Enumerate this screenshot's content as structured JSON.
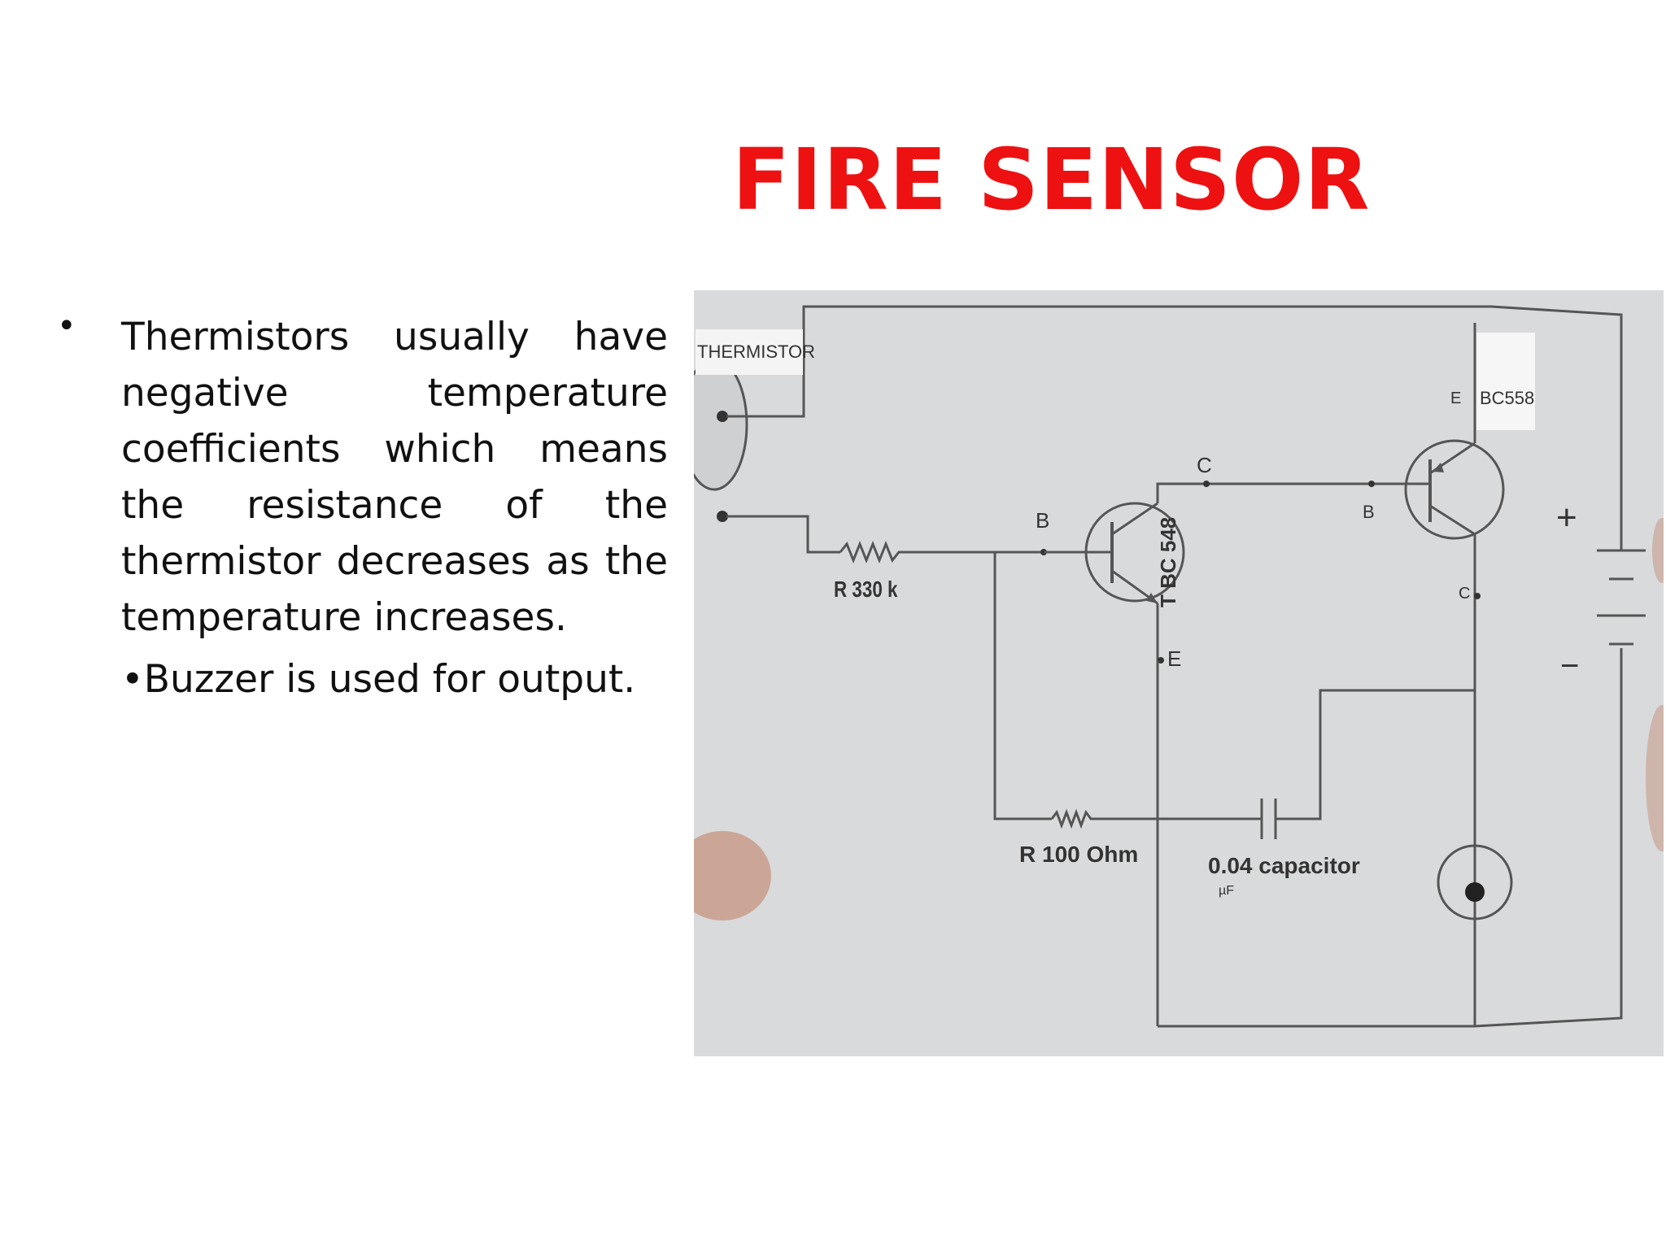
{
  "slide": {
    "title": "FIRE SENSOR",
    "bullet_1": "Thermistors usually have negative temperature coefficients which means the resistance of the thermistor decreases as the temperature increases.",
    "bullet_2": "•Buzzer is used for output."
  },
  "diagram": {
    "labels": {
      "thermistor": "THERMISTOR",
      "bc558": "BC558",
      "r330": "R 330 k",
      "tbc548": "T BC 548",
      "r100": "R 100 Ohm",
      "capacitor": "0.04 capacitor",
      "capacitor_unit": "µF",
      "b1": "B",
      "c1": "C",
      "e1": "E",
      "b2": "B",
      "e2": "E",
      "c2": "C",
      "plus": "+",
      "minus": "−"
    },
    "colors": {
      "background": "#d8d9db",
      "line": "#555555",
      "title": "#ee1111"
    }
  }
}
